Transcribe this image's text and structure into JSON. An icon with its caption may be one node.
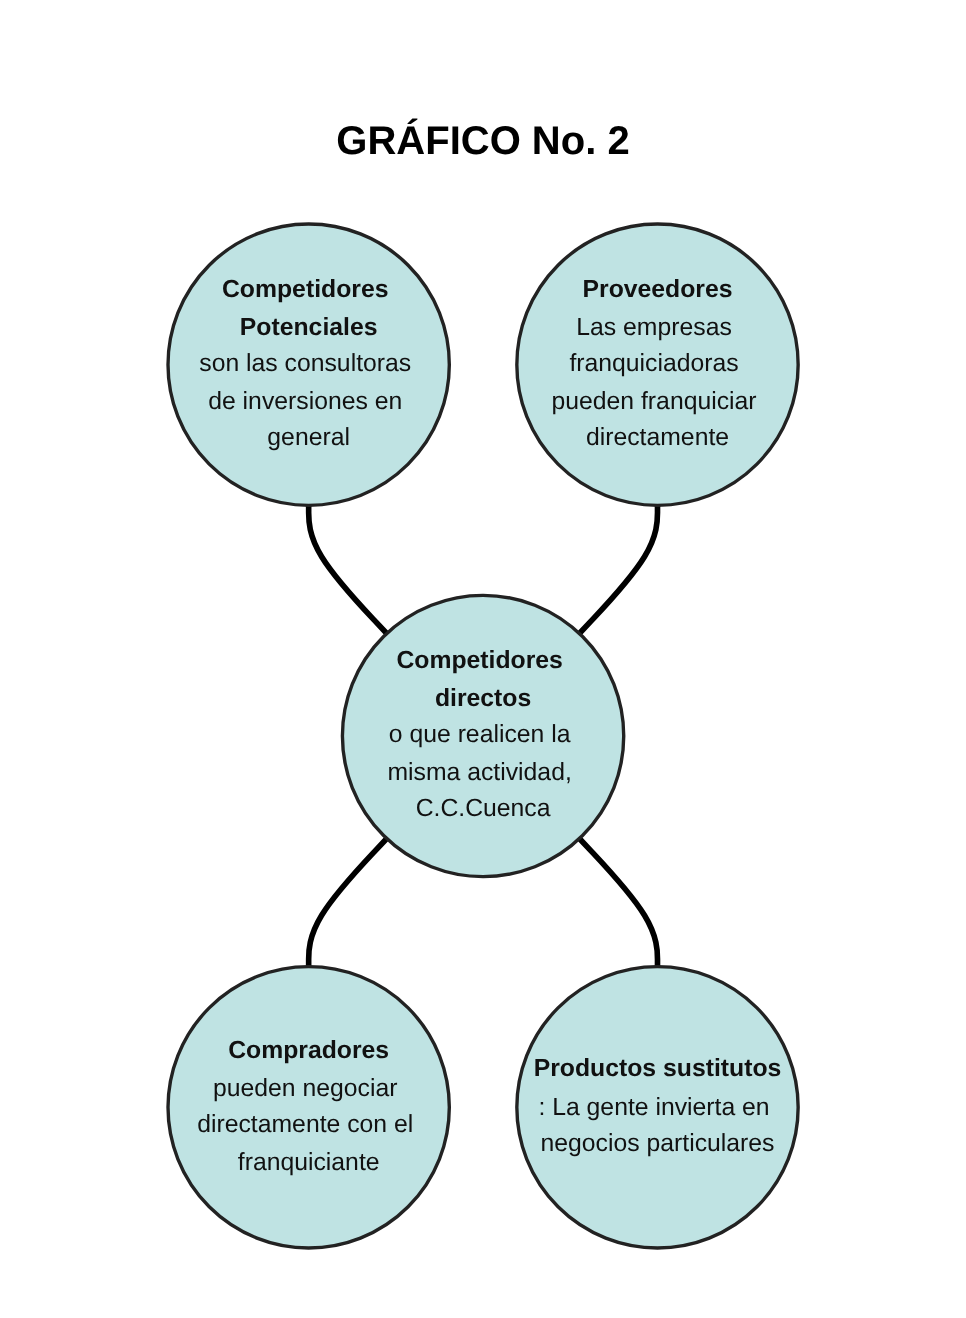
{
  "diagram": {
    "title": "GRÁFICO No. 2",
    "nodes": [
      {
        "text": [
          "Competidores Potenciales",
          "son las consultoras de inversiones en general"
        ]
      },
      {
        "text": [
          "Proveedores",
          "Las empresas franquiciadoras pueden franquiciar directamente"
        ]
      },
      {
        "text": [
          "Competidores directos",
          "o que realicen la misma actividad, C.C.Cuenca"
        ]
      },
      {
        "text": [
          "Compradores",
          "pueden negociar directamente con el franquiciante"
        ]
      },
      {
        "text": [
          "Productos sustitutos",
          ": La gente invierta en negocios particulares"
        ]
      }
    ],
    "edges": [
      {
        "from": 0,
        "to": 2,
        "arrow": "none"
      },
      {
        "from": 1,
        "to": 2,
        "arrow": "none"
      },
      {
        "from": 2,
        "to": 3,
        "arrow": "none"
      },
      {
        "from": 2,
        "to": 4,
        "arrow": "none"
      }
    ]
  }
}
